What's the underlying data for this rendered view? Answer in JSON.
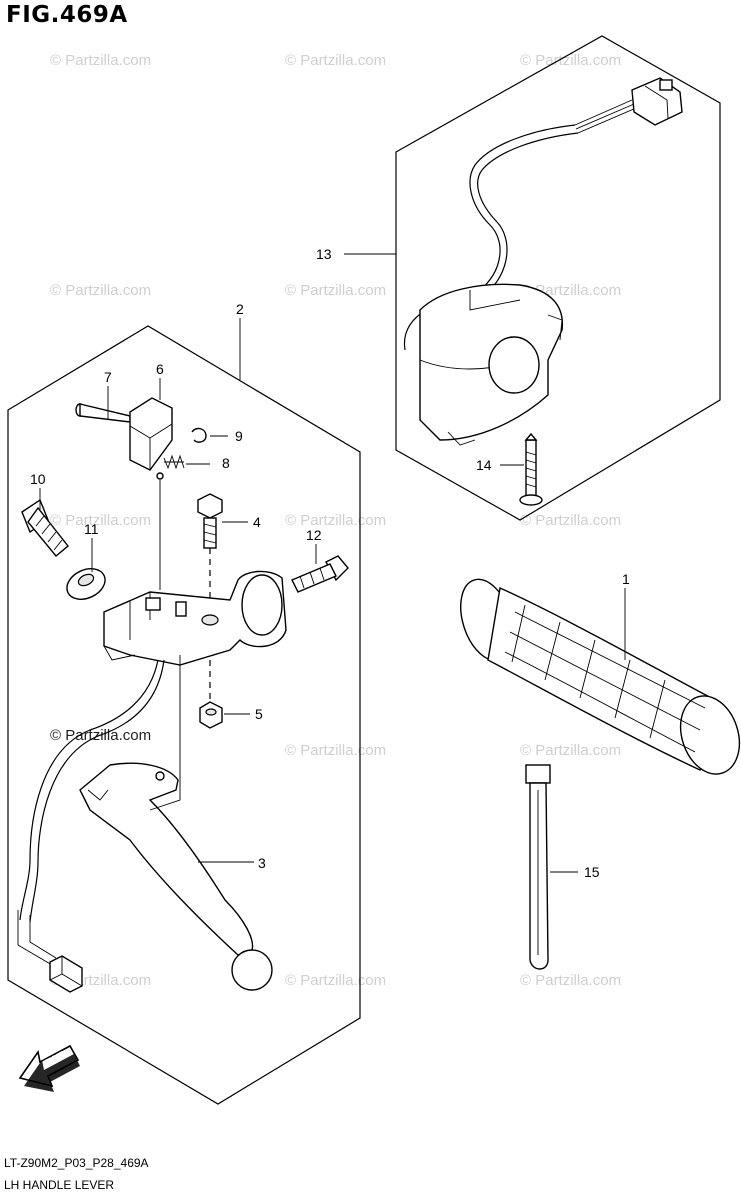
{
  "figure": {
    "title": "FIG.469A",
    "code": "LT-Z90M2_P03_P28_469A",
    "name": "LH HANDLE LEVER"
  },
  "watermark": "© Partzilla.com",
  "fwd_label": "FWD",
  "callouts": {
    "c1": "1",
    "c2": "2",
    "c3": "3",
    "c4": "4",
    "c5": "5",
    "c6": "6",
    "c7": "7",
    "c8": "8",
    "c9": "9",
    "c10": "10",
    "c11": "11",
    "c12": "12",
    "c13": "13",
    "c14": "14",
    "c15": "15"
  }
}
